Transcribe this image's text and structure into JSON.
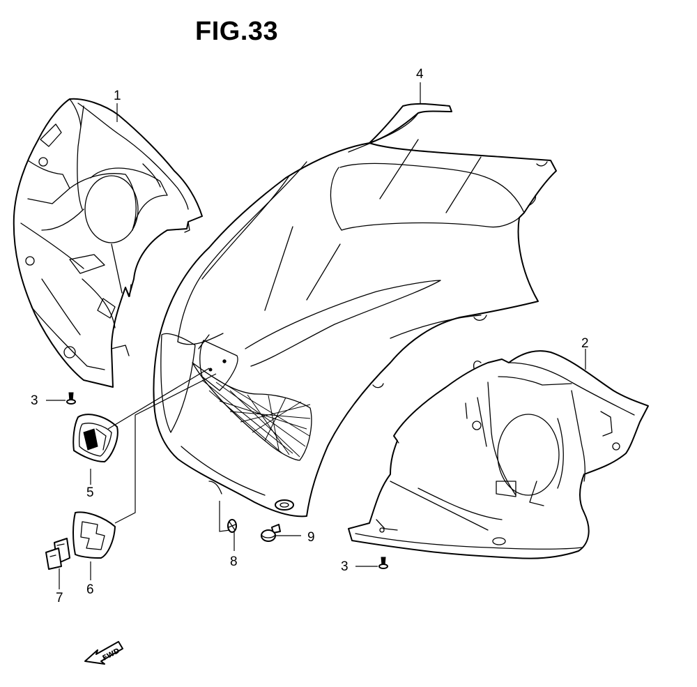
{
  "figure": {
    "title": "FIG.33"
  },
  "callouts": {
    "c1": "1",
    "c2": "2",
    "c3a": "3",
    "c3b": "3",
    "c4": "4",
    "c5": "5",
    "c6": "6",
    "c7": "7",
    "c8": "8",
    "c9": "9"
  },
  "fwd_label": "FWD",
  "icons": [
    "front-direction-arrow-icon"
  ]
}
